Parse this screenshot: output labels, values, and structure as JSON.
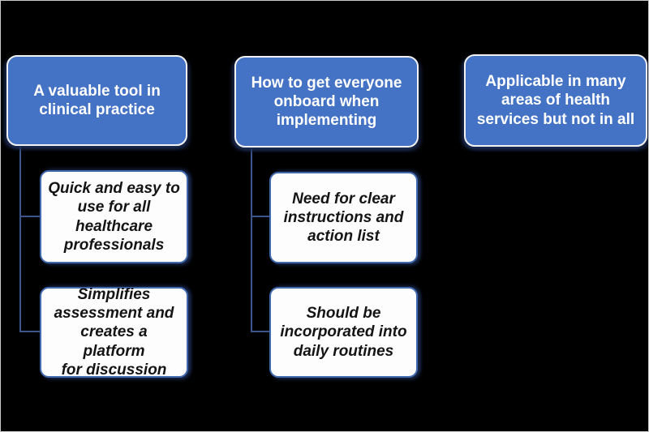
{
  "diagram": {
    "columns": [
      {
        "header": {
          "text": "A valuable tool in\nclinical practice"
        },
        "children": [
          {
            "text": "Quick and easy to\nuse for all\nhealthcare\nprofessionals"
          },
          {
            "text": "Simplifies\nassessment and\ncreates a platform\nfor discussion"
          }
        ]
      },
      {
        "header": {
          "text": "How to get everyone\nonboard when\nimplementing"
        },
        "children": [
          {
            "text": "Need for clear\ninstructions and\naction list"
          },
          {
            "text": "Should be\nincorporated into\ndaily routines"
          }
        ]
      },
      {
        "header": {
          "text": "Applicable in many\nareas of health\nservices but not in all"
        },
        "children": []
      }
    ],
    "colors": {
      "background": "#000000",
      "header_fill": "#4472c4",
      "header_border": "#f2f2f2",
      "header_text": "#ffffff",
      "child_fill": "#fdfdfe",
      "child_border": "#4169ad",
      "child_text": "#141414",
      "connector": "#3c558c"
    }
  }
}
